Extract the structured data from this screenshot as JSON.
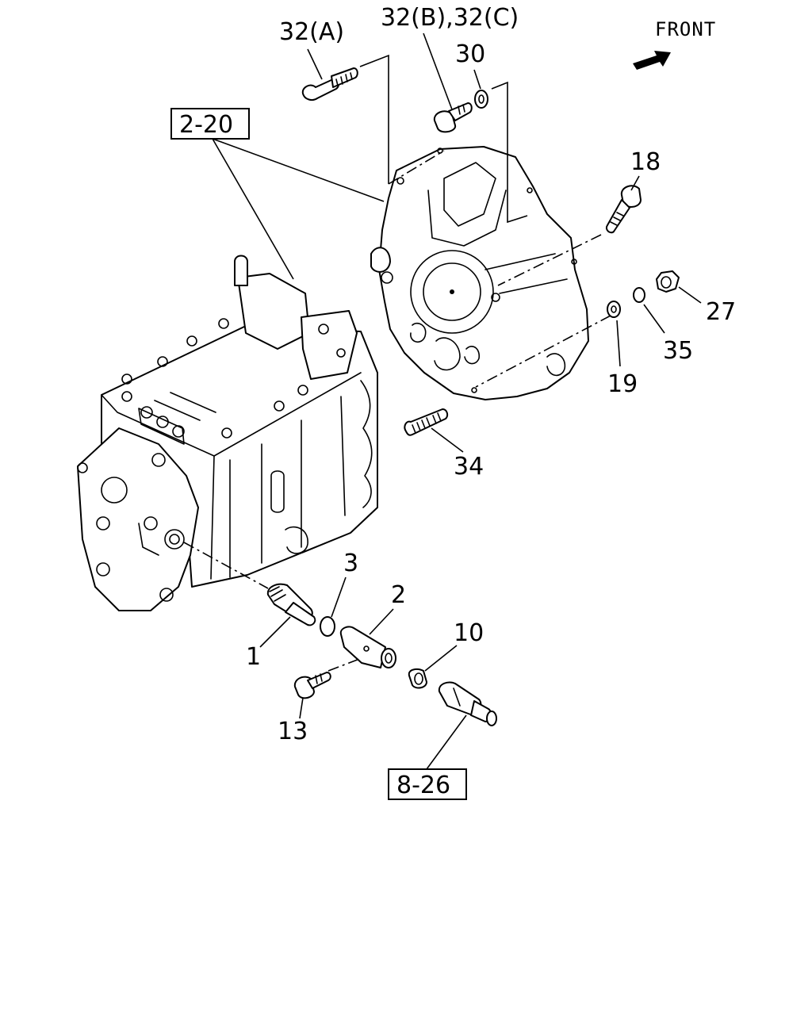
{
  "direction": {
    "label": "FRONT"
  },
  "refs": {
    "ref_2_20": "2-20",
    "ref_8_26": "8-26"
  },
  "callouts": {
    "p32a": "32(A)",
    "p32bc": "32(B),32(C)",
    "p30": "30",
    "p18": "18",
    "p27": "27",
    "p35": "35",
    "p19": "19",
    "p34": "34",
    "p3": "3",
    "p2": "2",
    "p10": "10",
    "p1": "1",
    "p13": "13"
  }
}
